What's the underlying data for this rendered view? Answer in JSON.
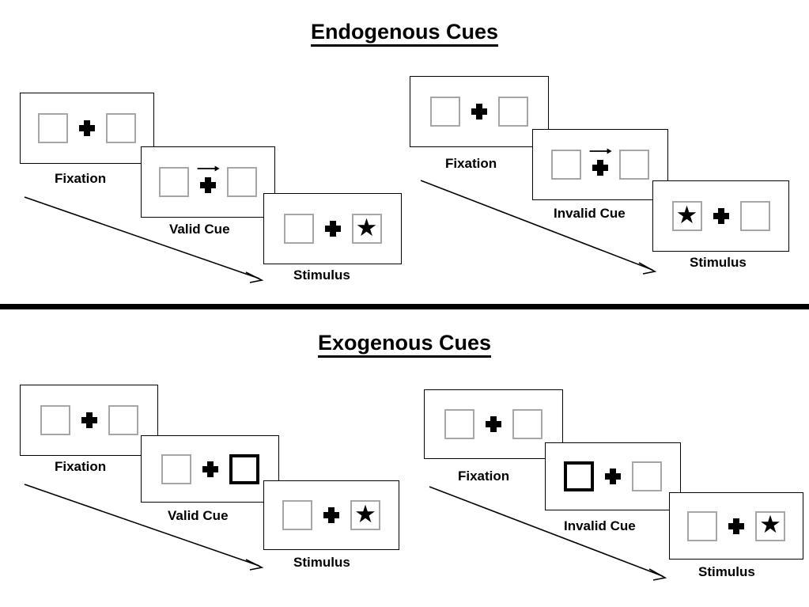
{
  "sections": [
    {
      "id": "endogenous",
      "title": "Endogenous Cues",
      "sequences": [
        {
          "id": "endogenous-valid",
          "panels": [
            {
              "caption": "Fixation",
              "left_box": "empty",
              "right_box": "empty",
              "cue": "none"
            },
            {
              "caption": "Valid Cue",
              "left_box": "empty",
              "right_box": "empty",
              "cue": "arrow-right"
            },
            {
              "caption": "Stimulus",
              "left_box": "empty",
              "right_box": "star",
              "cue": "none"
            }
          ]
        },
        {
          "id": "endogenous-invalid",
          "panels": [
            {
              "caption": "Fixation",
              "left_box": "empty",
              "right_box": "empty",
              "cue": "none"
            },
            {
              "caption": "Invalid Cue",
              "left_box": "empty",
              "right_box": "empty",
              "cue": "arrow-right"
            },
            {
              "caption": "Stimulus",
              "left_box": "star",
              "right_box": "empty",
              "cue": "none"
            }
          ]
        }
      ]
    },
    {
      "id": "exogenous",
      "title": "Exogenous Cues",
      "sequences": [
        {
          "id": "exogenous-valid",
          "panels": [
            {
              "caption": "Fixation",
              "left_box": "empty",
              "right_box": "empty",
              "cue": "none"
            },
            {
              "caption": "Valid Cue",
              "left_box": "empty",
              "right_box": "highlight",
              "cue": "none"
            },
            {
              "caption": "Stimulus",
              "left_box": "empty",
              "right_box": "star",
              "cue": "none"
            }
          ]
        },
        {
          "id": "exogenous-invalid",
          "panels": [
            {
              "caption": "Fixation",
              "left_box": "empty",
              "right_box": "empty",
              "cue": "none"
            },
            {
              "caption": "Invalid Cue",
              "left_box": "highlight",
              "right_box": "empty",
              "cue": "none"
            },
            {
              "caption": "Stimulus",
              "left_box": "empty",
              "right_box": "star",
              "cue": "none"
            }
          ]
        }
      ]
    }
  ],
  "glyphs": {
    "star": "★"
  },
  "colors": {
    "ink": "#000000",
    "box_border": "#a6a6a6",
    "panel_border": "#000000",
    "background": "#ffffff"
  }
}
